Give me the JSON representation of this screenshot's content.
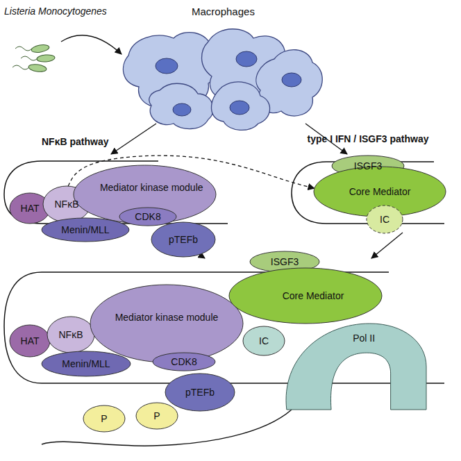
{
  "diagram": {
    "nodes": [
      {
        "text": [
          "HAT"
        ]
      },
      {
        "text": [
          "NFκB"
        ]
      },
      {
        "text": [
          "Mediator kinase module"
        ]
      },
      {
        "text": [
          "CDK8"
        ]
      },
      {
        "text": [
          "Menin/MLL"
        ]
      },
      {
        "text": [
          "pTEFb"
        ]
      },
      {
        "text": [
          "ISGF3"
        ]
      },
      {
        "text": [
          "Core Mediator"
        ]
      },
      {
        "text": [
          "IC"
        ]
      },
      {
        "text": [
          "HAT"
        ]
      },
      {
        "text": [
          "NFκB"
        ]
      },
      {
        "text": [
          "Mediator kinase module"
        ]
      },
      {
        "text": [
          "CDK8"
        ]
      },
      {
        "text": [
          "Menin/MLL"
        ]
      },
      {
        "text": [
          "pTEFb"
        ]
      },
      {
        "text": [
          "ISGF3"
        ]
      },
      {
        "text": [
          "Core Mediator"
        ]
      },
      {
        "text": [
          "IC"
        ]
      },
      {
        "text": [
          "Pol II"
        ]
      },
      {
        "text": [
          "P"
        ]
      },
      {
        "text": [
          "P"
        ]
      }
    ],
    "edges": [
      {
        "from": 1,
        "to": 7,
        "arrow": "to"
      }
    ],
    "labels": [
      "Listeria Monocytogenes",
      "Macrophages",
      "NFκB pathway",
      "type I IFN / ISGF3 pathway"
    ]
  }
}
